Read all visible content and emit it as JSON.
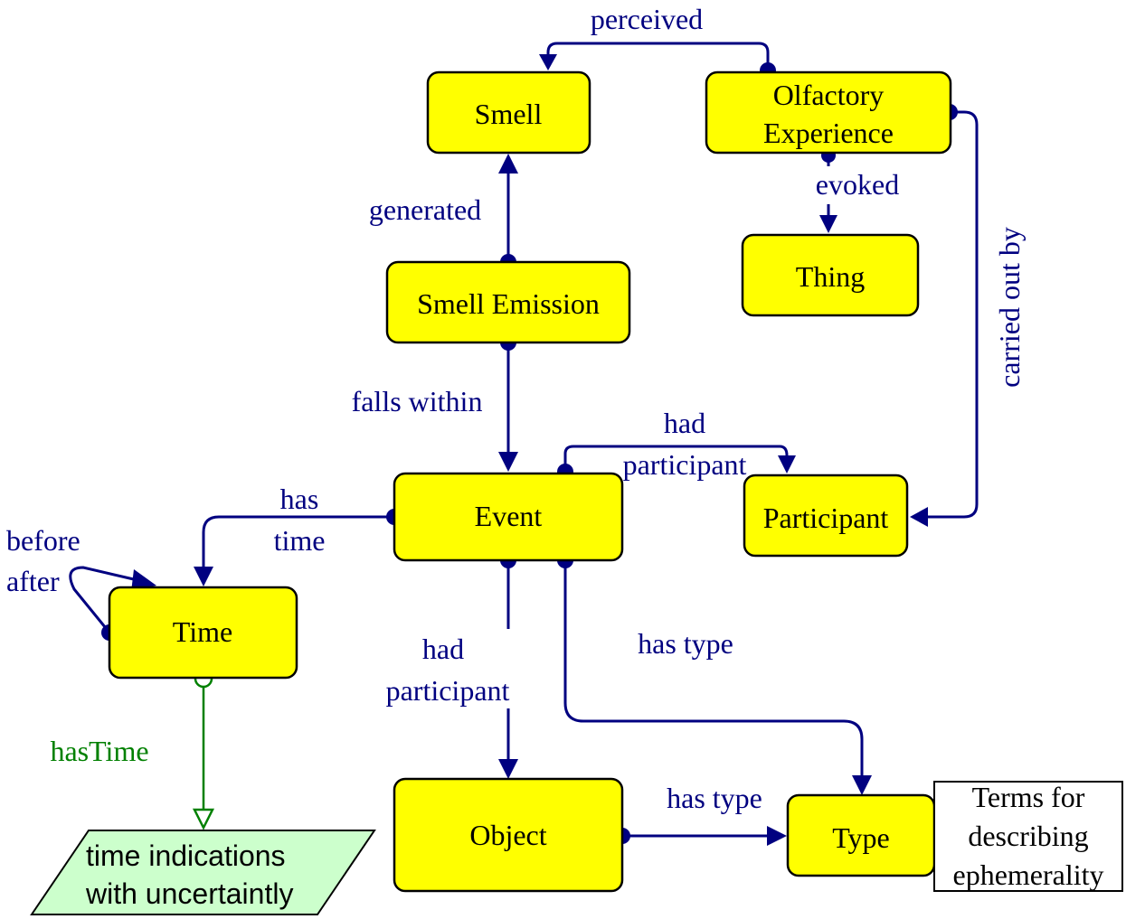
{
  "colors": {
    "node_fill": "#ffff00",
    "edge": "#000080",
    "green_edge": "#008000",
    "literal_fill": "#ccffcc"
  },
  "nodes": {
    "smell": "Smell",
    "olfactory_experience": [
      "Olfactory",
      "Experience"
    ],
    "thing": "Thing",
    "smell_emission": "Smell Emission",
    "event": "Event",
    "participant": "Participant",
    "time": "Time",
    "object": "Object",
    "type": "Type"
  },
  "literal": [
    "time indications",
    "with uncertaintly"
  ],
  "note": [
    "Terms for",
    "describing",
    "ephemerality"
  ],
  "edges": {
    "perceived": "perceived",
    "evoked": "evoked",
    "generated": "generated",
    "carried_out_by": "carried out by",
    "falls_within": "falls within",
    "had_participant_top": [
      "had",
      "participant"
    ],
    "has_time": [
      "has",
      "time"
    ],
    "before_after": [
      "before",
      "after"
    ],
    "had_participant_bottom": [
      "had",
      "participant"
    ],
    "has_type_event": "has type",
    "has_type_object": "has type",
    "has_time_literal": "hasTime"
  }
}
